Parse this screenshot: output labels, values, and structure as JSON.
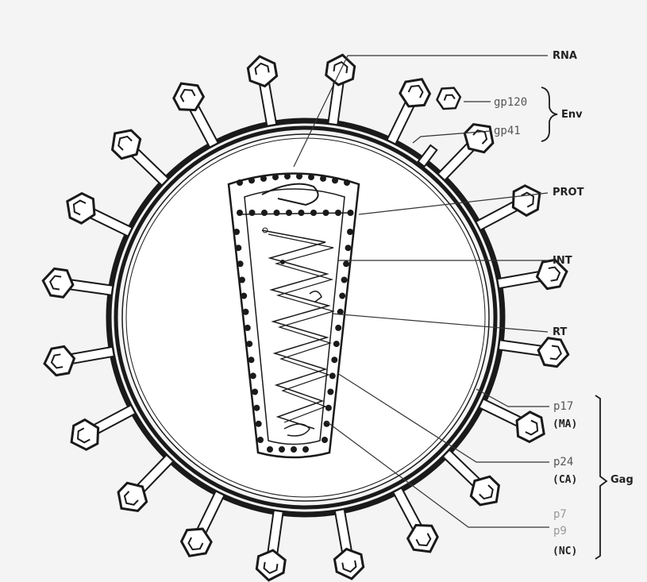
{
  "labels": {
    "rna": "RNA",
    "gp120": "gp120",
    "gp41": "gp41",
    "env": "Env",
    "prot": "PROT",
    "int": "INT",
    "rt": "RT",
    "p17": "p17",
    "ma": "(MA)",
    "p24": "p24",
    "ca": "(CA)",
    "gag": "Gag",
    "p7": "p7",
    "p9": "p9",
    "nc": "(NC)"
  },
  "colors": {
    "ink": "#1a1a1a",
    "background": "#f4f4f4",
    "fill": "#ffffff"
  }
}
